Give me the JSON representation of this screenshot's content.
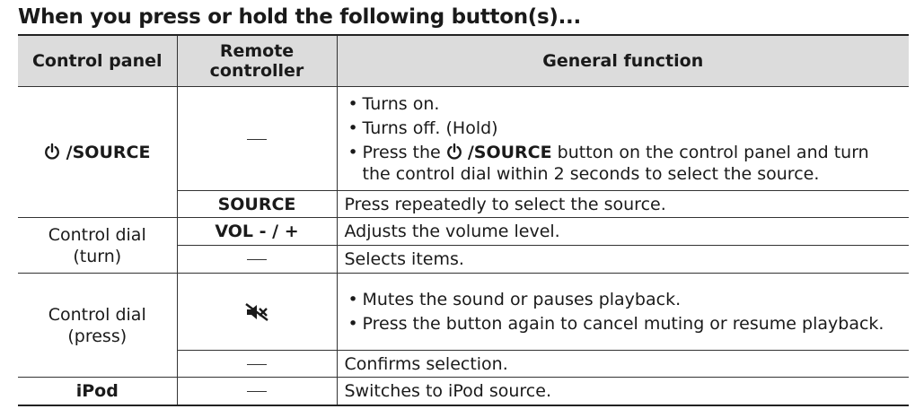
{
  "heading": "When you press or hold the following button(s)...",
  "table": {
    "headers": {
      "control_panel": "Control panel",
      "remote_line1": "Remote",
      "remote_line2": "controller",
      "general_function": "General function"
    },
    "rows": [
      {
        "control_panel": "/SOURCE",
        "remote": "—",
        "bullets": [
          "Turns on.",
          "Turns off. (Hold)"
        ],
        "bullet3_pre": "Press the",
        "bullet3_bold": "/SOURCE",
        "bullet3_post": "button on the control panel and turn the control dial within 2 seconds to select the source."
      },
      {
        "remote": "SOURCE",
        "function": "Press repeatedly to select the source."
      },
      {
        "control_panel_line1": "Control dial",
        "control_panel_line2": "(turn)",
        "remote": "VOL - / +",
        "function": "Adjusts the volume level."
      },
      {
        "remote": "—",
        "function": "Selects items."
      },
      {
        "control_panel_line1": "Control dial",
        "control_panel_line2": "(press)",
        "remote_icon": "mute-icon",
        "bullets": [
          "Mutes the sound or pauses playback.",
          "Press the button again to cancel muting or resume playback."
        ]
      },
      {
        "remote": "—",
        "function": "Confirms selection."
      },
      {
        "control_panel": "iPod",
        "remote": "—",
        "function": "Switches to iPod source."
      }
    ]
  }
}
